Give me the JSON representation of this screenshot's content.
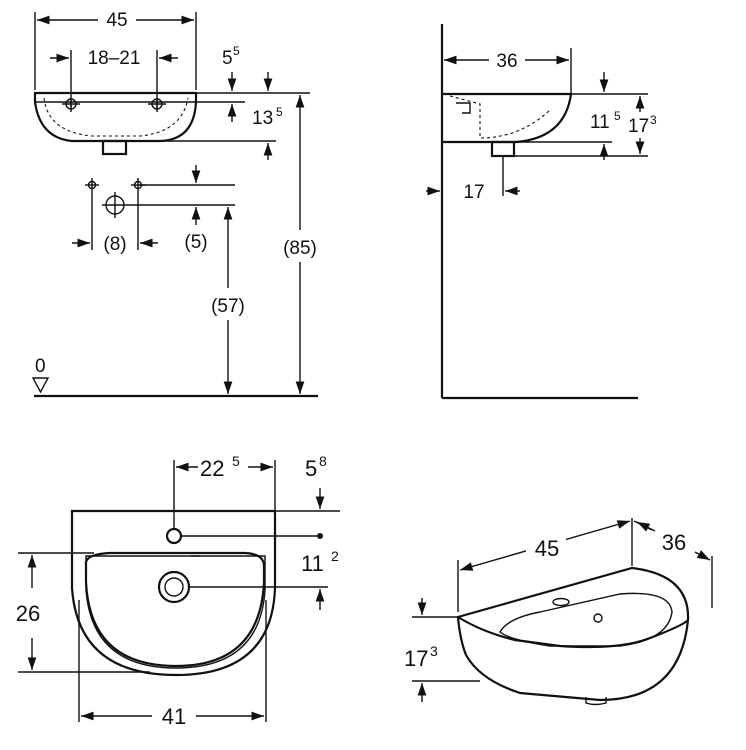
{
  "front_view": {
    "width": "45",
    "tap_hole_spacing": "18–21",
    "rim_offset_main": "5",
    "rim_offset_sup": "5",
    "basin_height_main": "13",
    "basin_height_sup": "5",
    "supply_spacing": "(8)",
    "supply_offset": "(5)",
    "supply_height": "(57)",
    "mounting_height": "(85)",
    "floor_level": "0"
  },
  "side_view": {
    "depth": "36",
    "rim_height_main": "11",
    "rim_height_sup": "5",
    "total_height_main": "17",
    "total_height_sup": "3",
    "waste_offset": "17"
  },
  "top_view": {
    "tap_offset_main": "22",
    "tap_offset_sup": "5",
    "rim_to_tap_main": "5",
    "rim_to_tap_sup": "8",
    "tap_to_waste_main": "11",
    "tap_to_waste_sup": "2",
    "bowl_depth": "26",
    "bowl_width": "41"
  },
  "perspective_view": {
    "width": "45",
    "depth": "36",
    "height_main": "17",
    "height_sup": "3"
  }
}
